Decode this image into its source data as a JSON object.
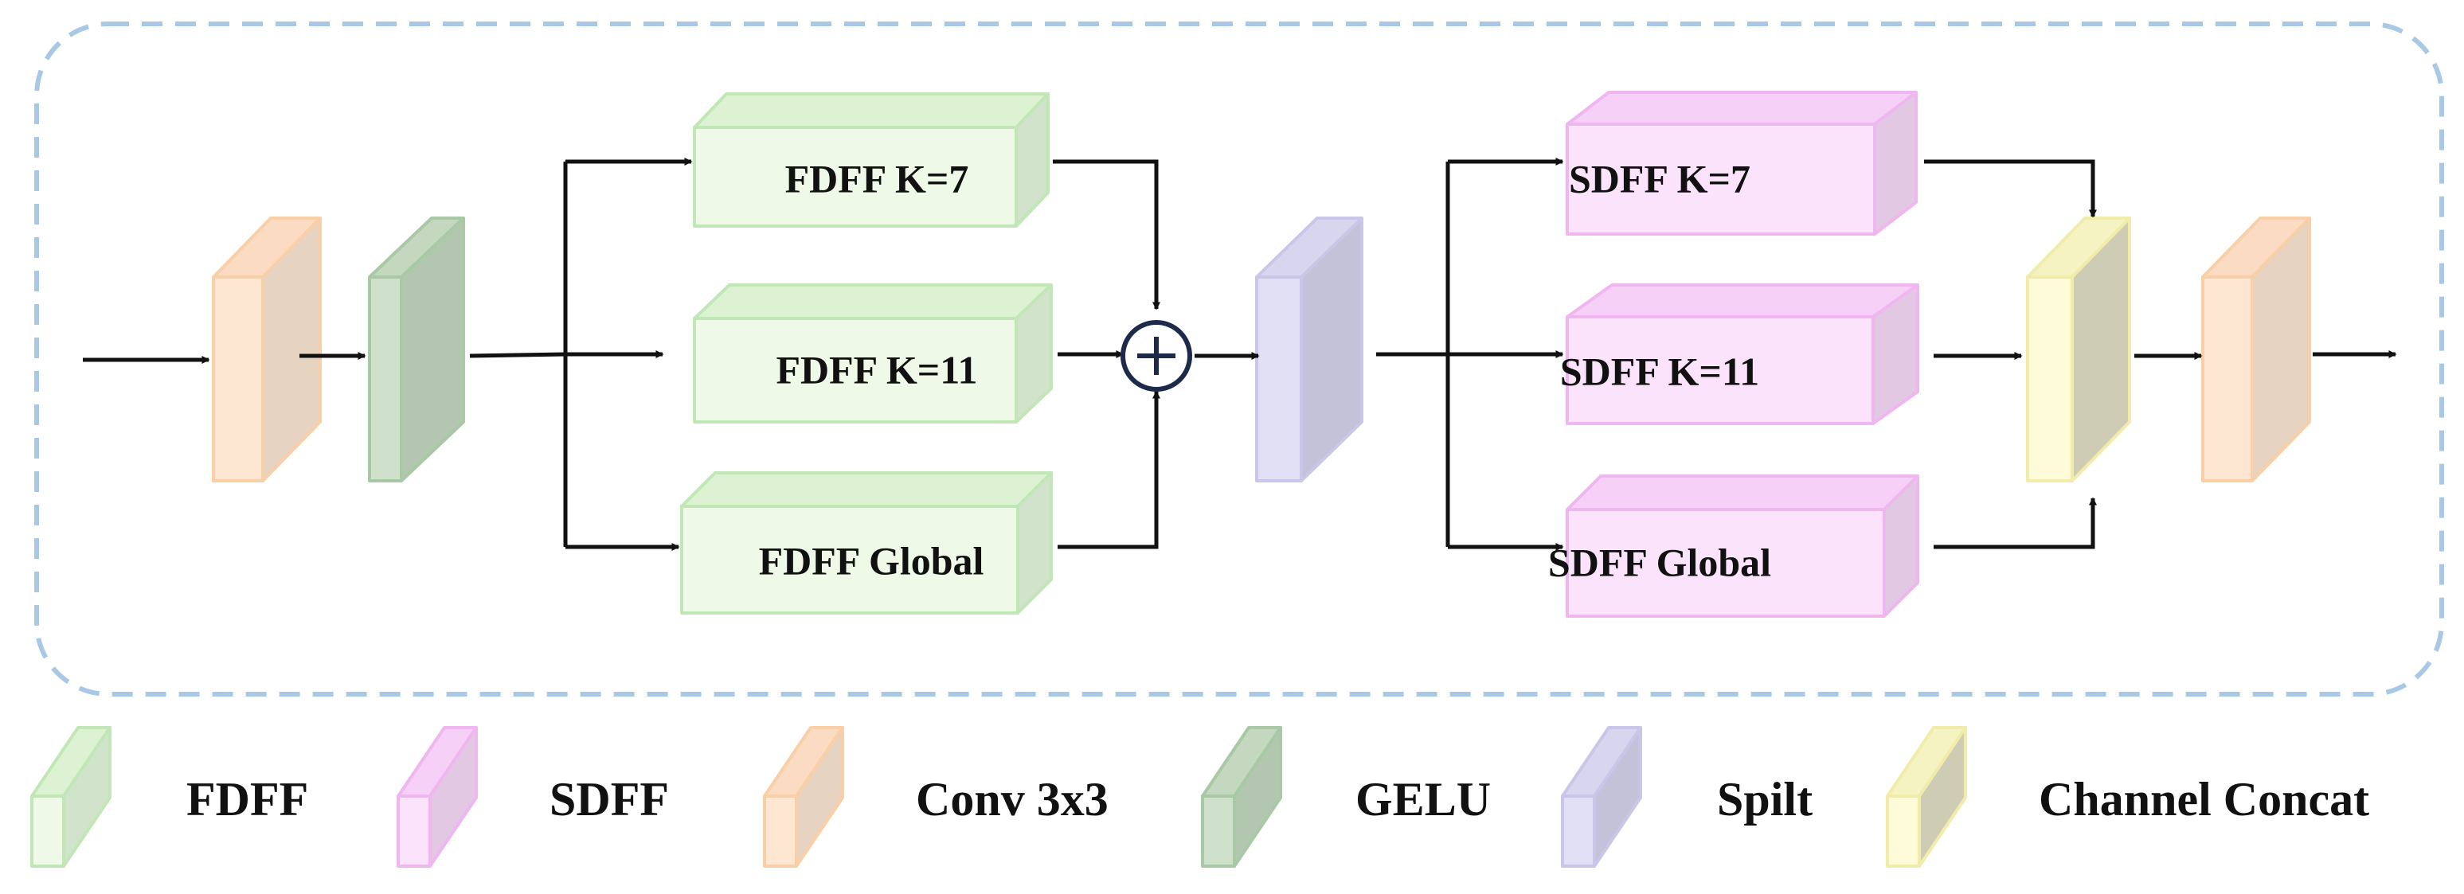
{
  "colors": {
    "fdff": {
      "front": "#eef9e8",
      "top": "#dcf2d2",
      "side": "#d2e3cc",
      "stroke": "#c2e7b6"
    },
    "sdff": {
      "front": "#fbe3fb",
      "top": "#f6d0f6",
      "side": "#e2c8e2",
      "stroke": "#efb6ef"
    },
    "conv": {
      "front": "#fde6d2",
      "top": "#fbdcc2",
      "side": "#e6d3c2",
      "stroke": "#f8cfa6"
    },
    "gelu": {
      "front": "#cfe1cb",
      "top": "#c3d8be",
      "side": "#b3c6b0",
      "stroke": "#a9c8a5"
    },
    "split": {
      "front": "#e2e0f4",
      "top": "#d8d6ee",
      "side": "#c4c2d8",
      "stroke": "#c9c6ea"
    },
    "concat": {
      "front": "#fdfbd8",
      "top": "#f6f3c2",
      "side": "#cfccb6",
      "stroke": "#f1ecaa"
    },
    "frame": "#a8c8e6",
    "arrow": "#111111",
    "sum_ring": "#1d2a4a"
  },
  "blocks": {
    "fdff_k7": "FDFF K=7",
    "fdff_k11": "FDFF K=11",
    "fdff_global": "FDFF Global",
    "sdff_k7": "SDFF K=7",
    "sdff_k11": "SDFF K=11",
    "sdff_global": "SDFF Global"
  },
  "sum_icon": "circled-plus-icon",
  "legend": [
    {
      "kind": "fdff",
      "label": "FDFF"
    },
    {
      "kind": "sdff",
      "label": "SDFF"
    },
    {
      "kind": "conv",
      "label": "Conv 3x3"
    },
    {
      "kind": "gelu",
      "label": "GELU"
    },
    {
      "kind": "split",
      "label": "Spilt"
    },
    {
      "kind": "concat",
      "label": "Channel Concat"
    }
  ]
}
